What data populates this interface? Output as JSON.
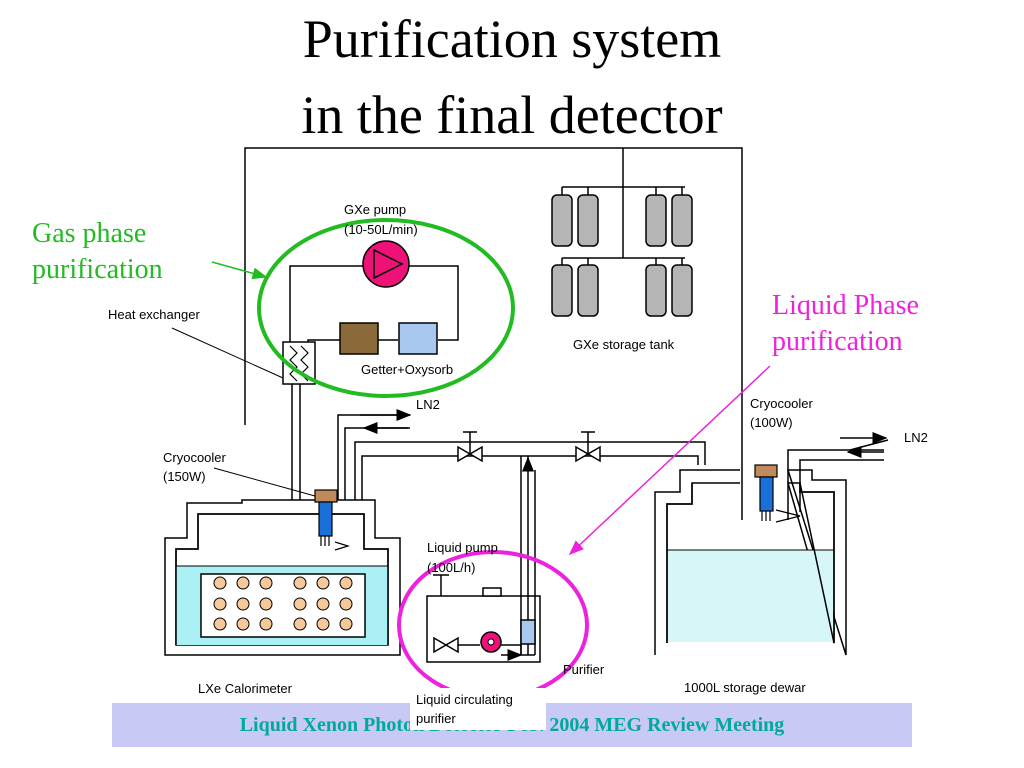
{
  "title": {
    "line1": "Purification system",
    "line2": "in the final detector"
  },
  "callouts": {
    "gas_line1": "Gas phase",
    "gas_line2": "purification",
    "liquid_line1": "Liquid Phase",
    "liquid_line2": "purification"
  },
  "labels": {
    "gxe_pump_line1": "GXe pump",
    "gxe_pump_line2": "(10-50L/min)",
    "heat_exchanger": "Heat exchanger",
    "getter": "Getter+Oxysorb",
    "gxe_tank": "GXe storage tank",
    "ln2_top": "LN2",
    "ln2_right": "LN2",
    "cryo150_line1": "Cryocooler",
    "cryo150_line2": "(150W)",
    "cryo100_line1": "Cryocooler",
    "cryo100_line2": "(100W)",
    "liquid_pump_line1": "Liquid pump",
    "liquid_pump_line2": "(100L/h)",
    "purifier": "Purifier",
    "lxe_calorimeter": "LXe Calorimeter",
    "storage_dewar": "1000L storage dewar",
    "liquid_circ_line1": "Liquid circulating",
    "liquid_circ_line2": "purifier"
  },
  "footer": {
    "text": "Liquid Xenon Photon Detector     Feb. 2004 MEG Review Meeting"
  },
  "colors": {
    "gas_accent": "#22bb22",
    "liquid_accent": "#ee22dd",
    "pump": "#ee1177",
    "getter": "#8b6a3a",
    "oxysorb": "#a9c8f0",
    "lxe": "#aaf0f5",
    "pmt": "#f7c89a",
    "footer_bg": "#c9c9f5",
    "footer_text": "#00a99d"
  }
}
